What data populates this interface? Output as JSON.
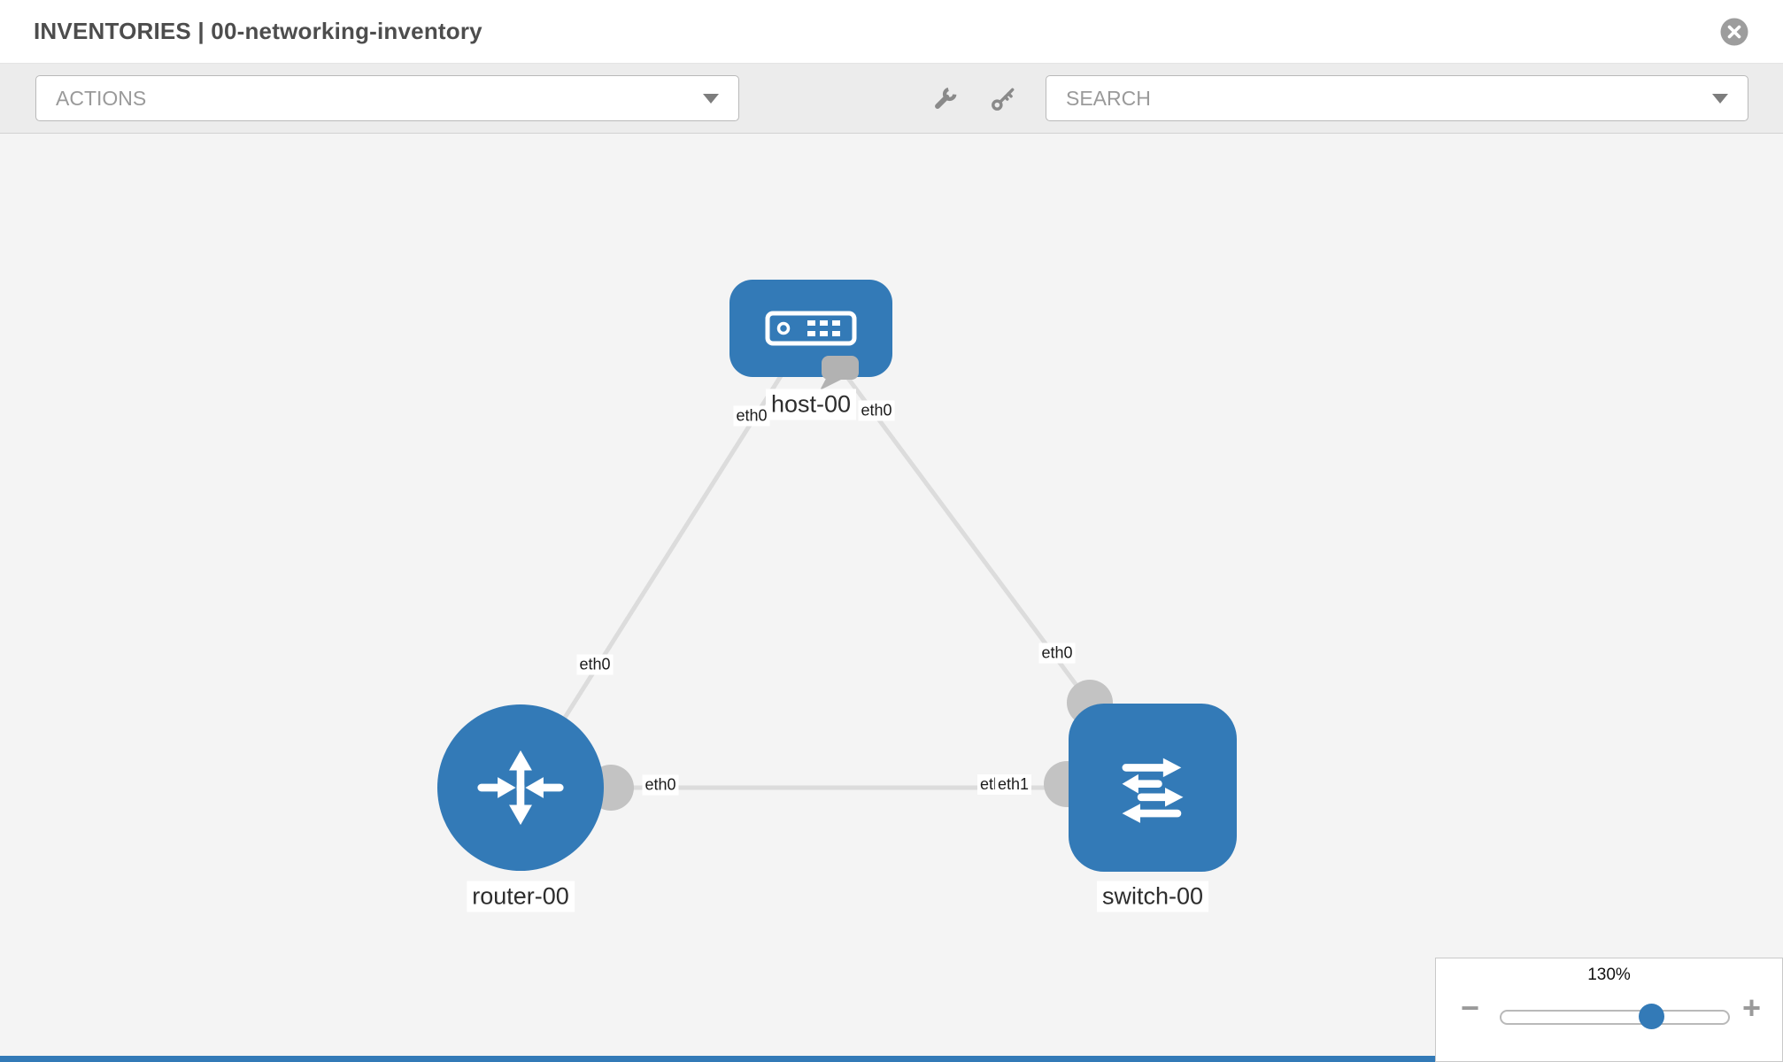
{
  "header": {
    "title": "INVENTORIES | 00-networking-inventory"
  },
  "toolbar": {
    "actions_label": "ACTIONS",
    "search_label": "SEARCH"
  },
  "topology": {
    "nodes": [
      {
        "id": "host-00",
        "type": "host",
        "label": "host-00"
      },
      {
        "id": "router-00",
        "type": "router",
        "label": "router-00"
      },
      {
        "id": "switch-00",
        "type": "switch",
        "label": "switch-00"
      }
    ],
    "links": [
      {
        "from": "host-00",
        "to": "router-00",
        "from_label": "eth0",
        "to_label": "eth0"
      },
      {
        "from": "host-00",
        "to": "switch-00",
        "from_label": "eth0",
        "to_label": "eth0"
      },
      {
        "from": "router-00",
        "to": "switch-00",
        "from_label": "eth0",
        "to_label": "eth1",
        "to_label_overlapped": "eth0"
      }
    ]
  },
  "zoom": {
    "level": "130%",
    "percent": 130,
    "minus_label": "−",
    "plus_label": "+"
  },
  "colors": {
    "node_fill": "#337ab7",
    "link_gray": "#dcdcdc",
    "port_gray": "#c3c3c3",
    "canvas_bg": "#f4f4f4"
  }
}
